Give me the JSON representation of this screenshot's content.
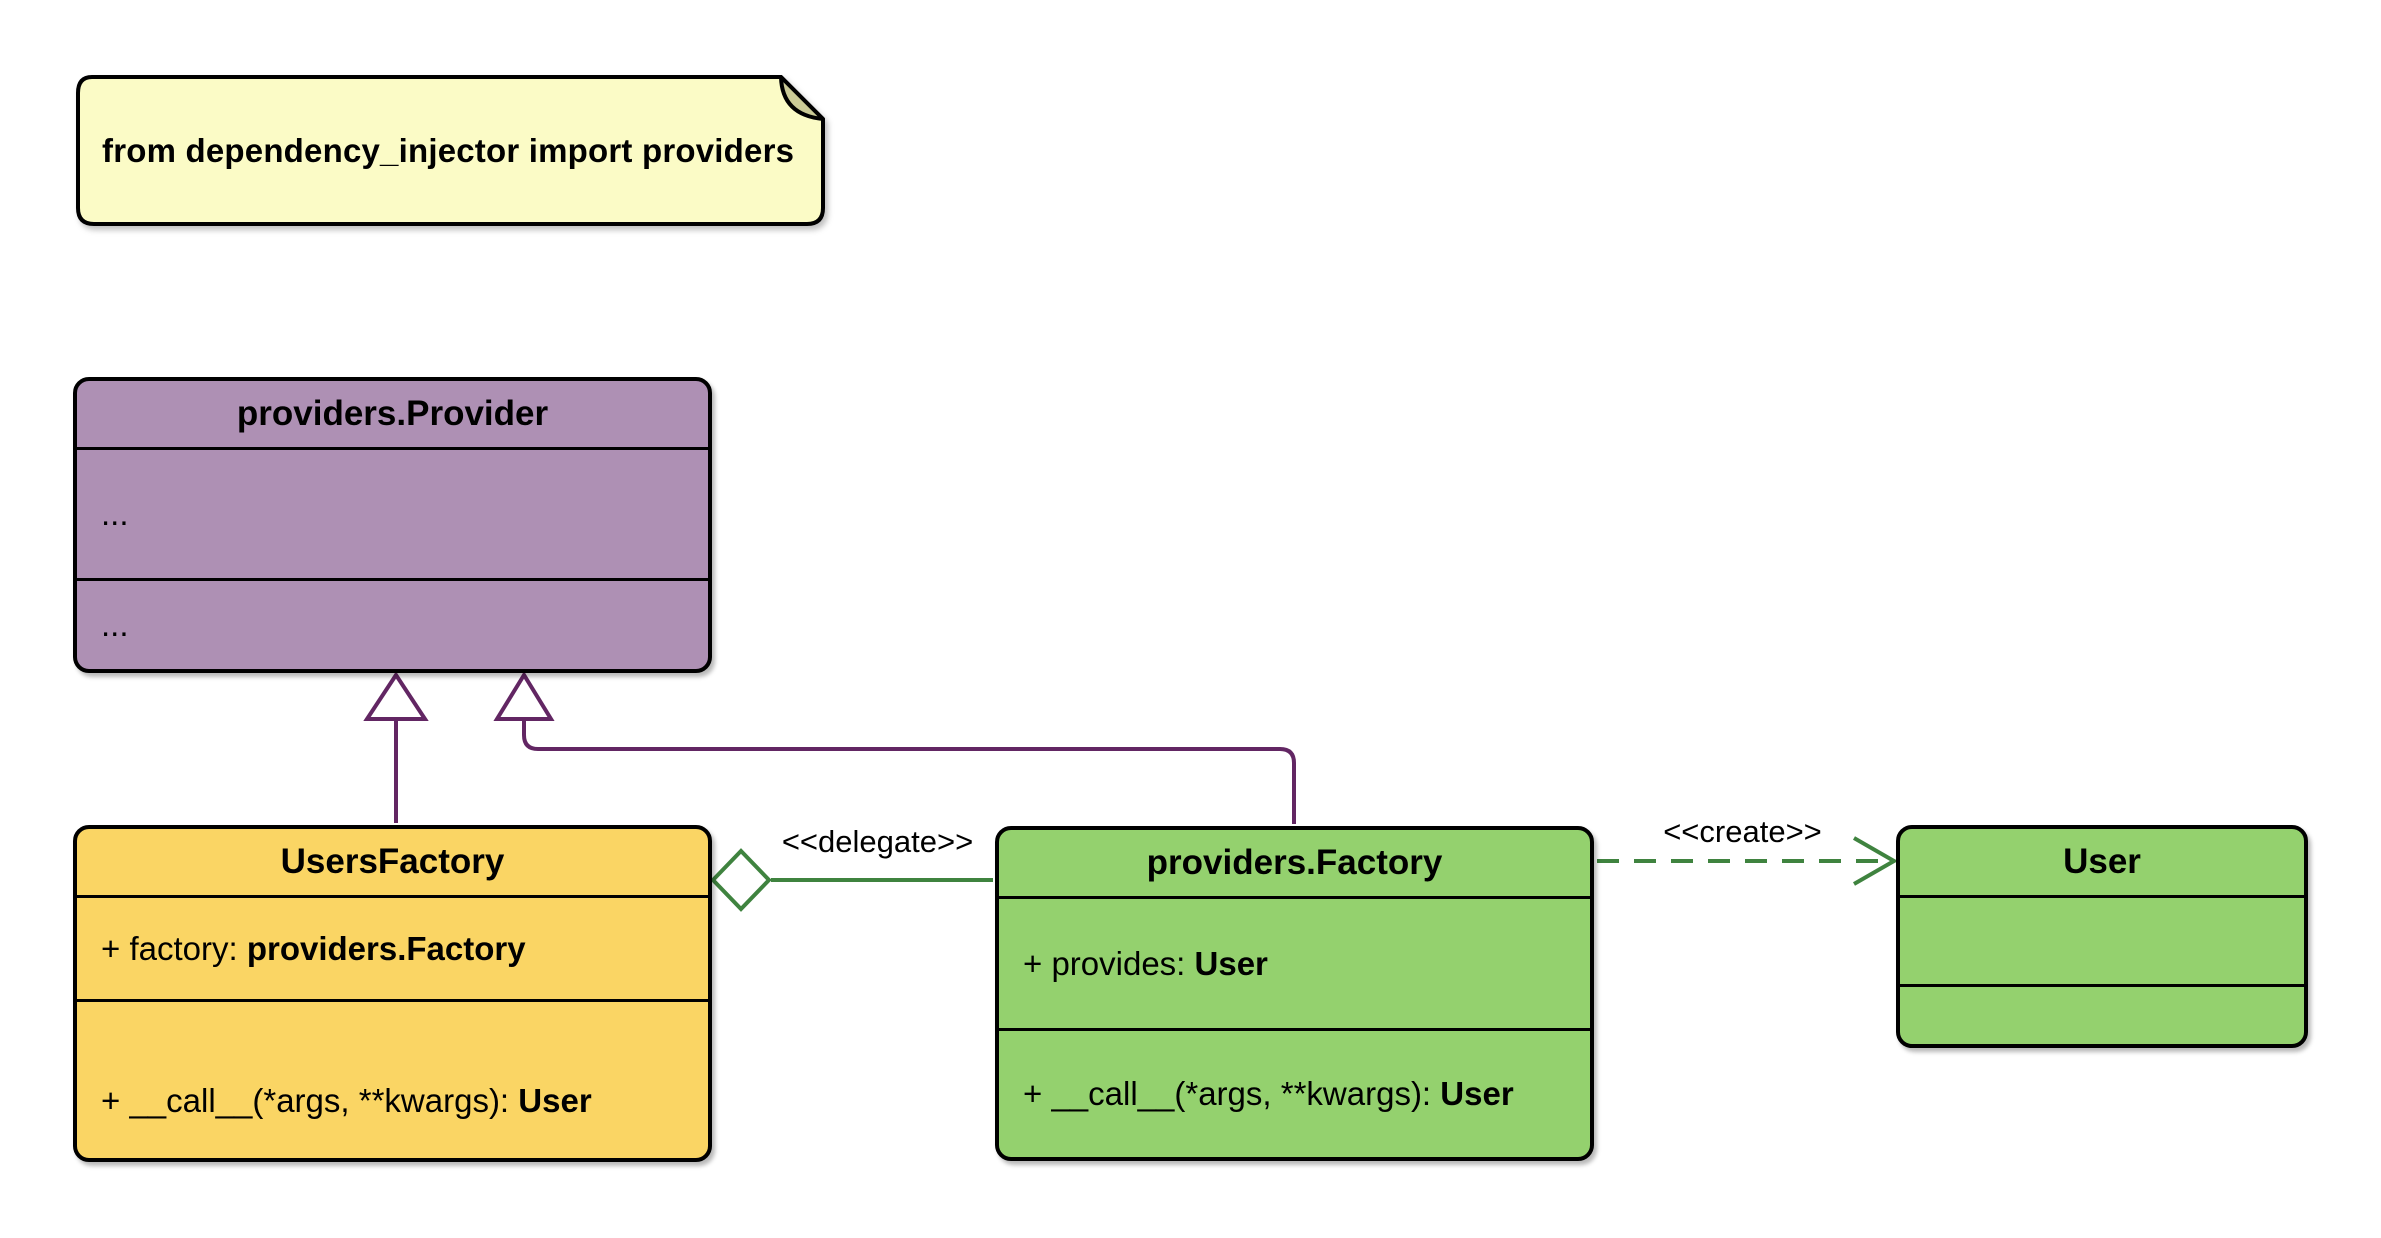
{
  "diagram": {
    "type": "uml-class-diagram",
    "note": {
      "text": "from dependency_injector import providers"
    },
    "classes": {
      "provider": {
        "title": "providers.Provider",
        "attr_text": "...",
        "method_text": "..."
      },
      "users_factory": {
        "title": "UsersFactory",
        "attr": {
          "text": "+ factory: ",
          "type": "providers.Factory"
        },
        "method": {
          "text": "+ __call__(*args, **kwargs): ",
          "type": "User"
        }
      },
      "factory": {
        "title": "providers.Factory",
        "attr": {
          "text": "+ provides: ",
          "type": "User"
        },
        "method": {
          "text": "+ __call__(*args, **kwargs): ",
          "type": "User"
        }
      },
      "user": {
        "title": "User",
        "attr_text": "",
        "method_text": ""
      }
    },
    "relations": {
      "inherit_left": {
        "type": "inheritance",
        "from": "UsersFactory",
        "to": "providers.Provider",
        "label": ""
      },
      "inherit_right": {
        "type": "inheritance",
        "from": "providers.Factory",
        "to": "providers.Provider",
        "label": ""
      },
      "delegate": {
        "type": "aggregation",
        "from": "UsersFactory",
        "to": "providers.Factory",
        "label": "<<delegate>>"
      },
      "create": {
        "type": "dependency-dashed",
        "from": "providers.Factory",
        "to": "User",
        "label": "<<create>>"
      }
    }
  },
  "colors": {
    "background": "#FFFFFF",
    "note_fill": "#FBFBC6",
    "note_fold": "#CACA96",
    "purple_fill": "#AE90B4",
    "yellow_fill": "#FAD564",
    "green_fill": "#94D16E",
    "purple_line": "#622663",
    "green_line": "#3F833F",
    "border": "#000000",
    "text": "#000000"
  }
}
